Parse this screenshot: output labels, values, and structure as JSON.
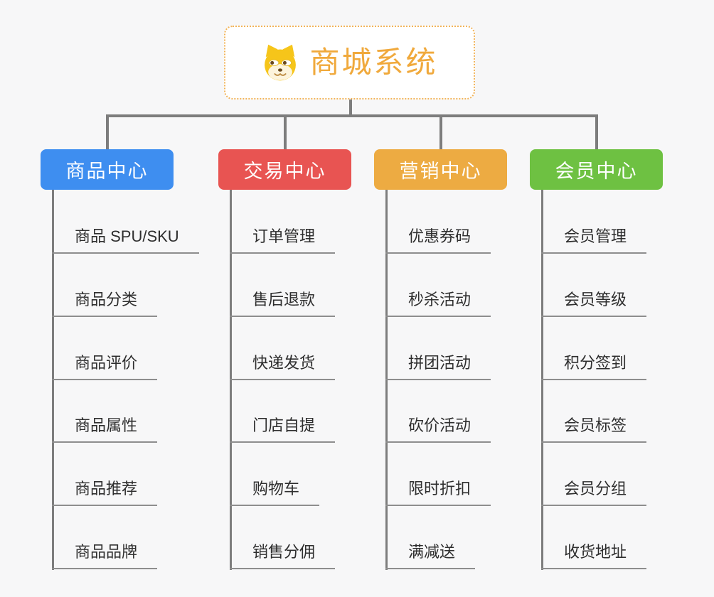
{
  "root": {
    "title": "商城系统",
    "icon": "dog-face-icon",
    "title_color": "#f0a93c",
    "border_color": "#f2b45a"
  },
  "connector": {
    "line_color": "#7d7d7d",
    "underline_color": "#8e8e8e"
  },
  "branches": [
    {
      "label": "商品中心",
      "color": "#3e8ef0",
      "items": [
        "商品 SPU/SKU",
        "商品分类",
        "商品评价",
        "商品属性",
        "商品推荐",
        "商品品牌"
      ]
    },
    {
      "label": "交易中心",
      "color": "#e85452",
      "items": [
        "订单管理",
        "售后退款",
        "快递发货",
        "门店自提",
        "购物车",
        "销售分佣"
      ]
    },
    {
      "label": "营销中心",
      "color": "#edab42",
      "items": [
        "优惠券码",
        "秒杀活动",
        "拼团活动",
        "砍价活动",
        "限时折扣",
        "满减送"
      ]
    },
    {
      "label": "会员中心",
      "color": "#6ec142",
      "items": [
        "会员管理",
        "会员等级",
        "积分签到",
        "会员标签",
        "会员分组",
        "收货地址"
      ]
    }
  ]
}
